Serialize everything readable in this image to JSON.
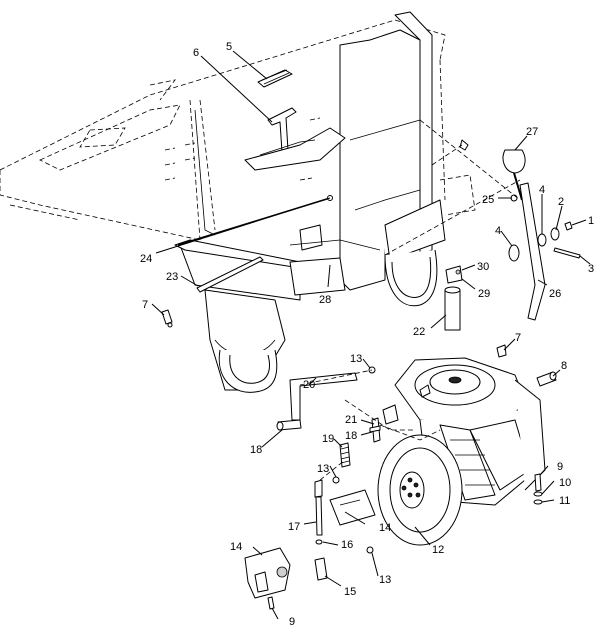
{
  "callouts": [
    {
      "id": "c1",
      "text": "1"
    },
    {
      "id": "c2",
      "text": "2"
    },
    {
      "id": "c3",
      "text": "3"
    },
    {
      "id": "c4a",
      "text": "4"
    },
    {
      "id": "c4b",
      "text": "4"
    },
    {
      "id": "c5",
      "text": "5"
    },
    {
      "id": "c6",
      "text": "6"
    },
    {
      "id": "c7a",
      "text": "7"
    },
    {
      "id": "c7b",
      "text": "7"
    },
    {
      "id": "c8",
      "text": "8"
    },
    {
      "id": "c9a",
      "text": "9"
    },
    {
      "id": "c9b",
      "text": "9"
    },
    {
      "id": "c10",
      "text": "10"
    },
    {
      "id": "c11",
      "text": "11"
    },
    {
      "id": "c12",
      "text": "12"
    },
    {
      "id": "c13a",
      "text": "13"
    },
    {
      "id": "c13b",
      "text": "13"
    },
    {
      "id": "c13c",
      "text": "13"
    },
    {
      "id": "c14a",
      "text": "14"
    },
    {
      "id": "c14b",
      "text": "14"
    },
    {
      "id": "c15",
      "text": "15"
    },
    {
      "id": "c16",
      "text": "16"
    },
    {
      "id": "c17",
      "text": "17"
    },
    {
      "id": "c18a",
      "text": "18"
    },
    {
      "id": "c18b",
      "text": "18"
    },
    {
      "id": "c19",
      "text": "19"
    },
    {
      "id": "c20",
      "text": "20"
    },
    {
      "id": "c21",
      "text": "21"
    },
    {
      "id": "c22",
      "text": "22"
    },
    {
      "id": "c23",
      "text": "23"
    },
    {
      "id": "c24",
      "text": "24"
    },
    {
      "id": "c25",
      "text": "25"
    },
    {
      "id": "c26",
      "text": "26"
    },
    {
      "id": "c27",
      "text": "27"
    },
    {
      "id": "c28",
      "text": "28"
    },
    {
      "id": "c29",
      "text": "29"
    },
    {
      "id": "c30",
      "text": "30"
    }
  ]
}
